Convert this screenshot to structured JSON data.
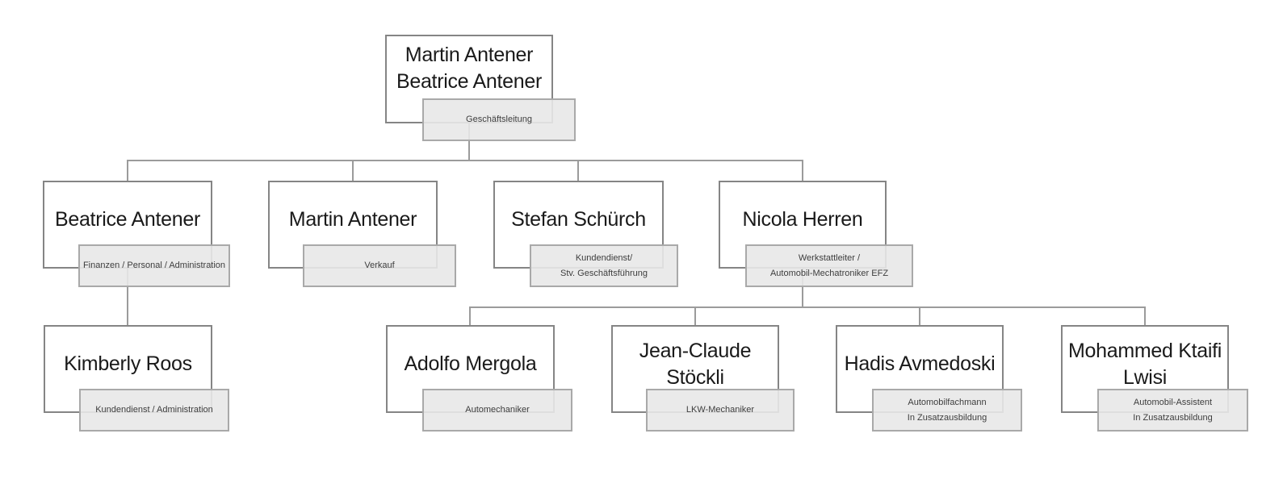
{
  "diagram": {
    "type": "org-chart",
    "root": {
      "name": "Martin Antener\nBeatrice Antener",
      "role": "Geschäftsleitung",
      "children": [
        {
          "name": "Beatrice Antener",
          "role": "Finanzen / Personal / Administration",
          "children": [
            {
              "name": "Kimberly Roos",
              "role": "Kundendienst / Administration",
              "children": []
            }
          ]
        },
        {
          "name": "Martin Antener",
          "role": "Verkauf",
          "children": []
        },
        {
          "name": "Stefan Schürch",
          "role": "Kundendienst/\nStv. Geschäftsführung",
          "children": []
        },
        {
          "name": "Nicola Herren",
          "role": "Werkstattleiter /\nAutomobil-Mechatroniker EFZ",
          "children": [
            {
              "name": "Adolfo Mergola",
              "role": "Automechaniker",
              "children": []
            },
            {
              "name": "Jean-Claude\nStöckli",
              "role": "LKW-Mechaniker",
              "children": []
            },
            {
              "name": "Hadis Avmedoski",
              "role": "Automobilfachmann\nIn Zusatzausbildung",
              "children": []
            },
            {
              "name": "Mohammed Ktaifi\nLwisi",
              "role": "Automobil-Assistent\nIn Zusatzausbildung",
              "children": []
            }
          ]
        }
      ]
    },
    "colors": {
      "box_border": "#858585",
      "role_fill": "#e8e8e8",
      "role_border": "#a9a9a9",
      "connector": "#9b9b9b",
      "name_text": "#1a1a1a",
      "role_text": "#3d3d3d"
    }
  }
}
